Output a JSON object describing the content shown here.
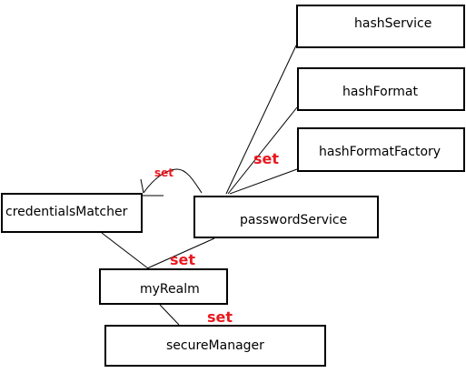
{
  "nodes": {
    "hash_service": "hashService",
    "hash_format": "hashFormat",
    "hash_format_factory": "hashFormatFactory",
    "credentials_matcher": "credentialsMatcher",
    "password_service": "passwordService",
    "my_realm": "myRealm",
    "secure_manager": "secureManager"
  },
  "annotations": {
    "set_arrow": "set",
    "set_hash": "set",
    "set_password": "set",
    "set_realm": "set"
  },
  "colors": {
    "annotation": "#e8191f",
    "line": "#000000",
    "box_border": "#000000"
  }
}
